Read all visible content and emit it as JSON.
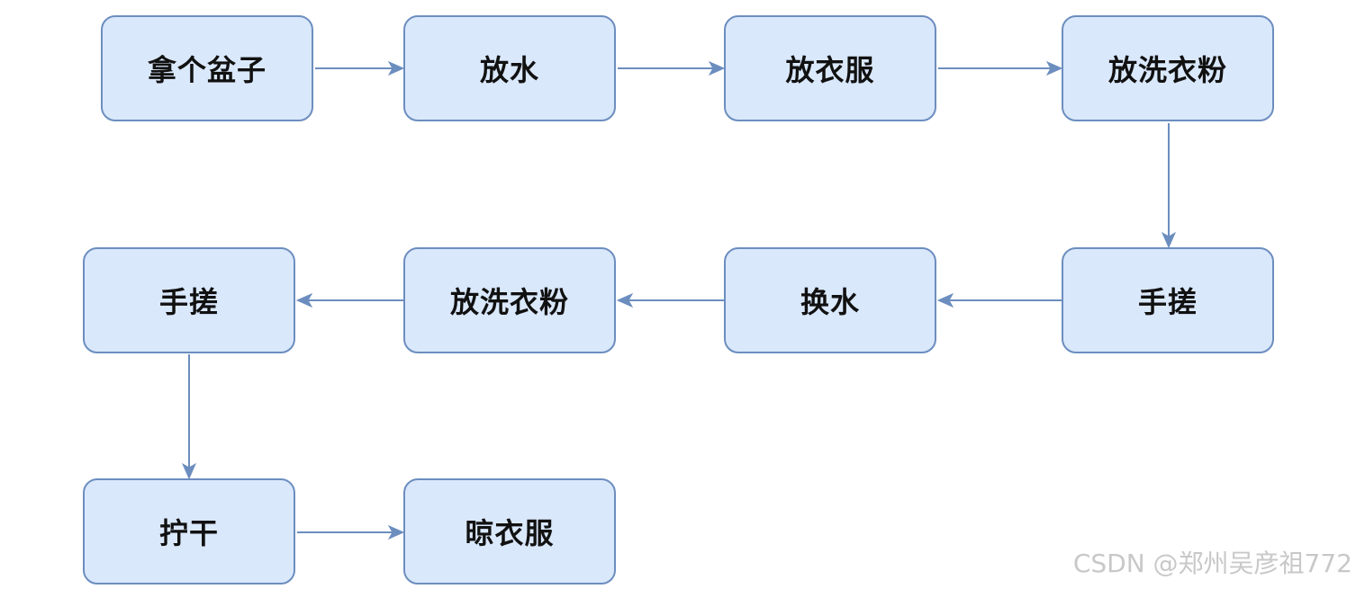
{
  "diagram": {
    "nodes": [
      {
        "id": "n1",
        "label": "拿个盆子"
      },
      {
        "id": "n2",
        "label": "放水"
      },
      {
        "id": "n3",
        "label": "放衣服"
      },
      {
        "id": "n4",
        "label": "放洗衣粉"
      },
      {
        "id": "n5",
        "label": "手搓"
      },
      {
        "id": "n6",
        "label": "换水"
      },
      {
        "id": "n7",
        "label": "放洗衣粉"
      },
      {
        "id": "n8",
        "label": "手搓"
      },
      {
        "id": "n9",
        "label": "拧干"
      },
      {
        "id": "n10",
        "label": "晾衣服"
      }
    ],
    "edges": [
      {
        "from": "n1",
        "to": "n2"
      },
      {
        "from": "n2",
        "to": "n3"
      },
      {
        "from": "n3",
        "to": "n4"
      },
      {
        "from": "n4",
        "to": "n5"
      },
      {
        "from": "n5",
        "to": "n6"
      },
      {
        "from": "n6",
        "to": "n7"
      },
      {
        "from": "n7",
        "to": "n8"
      },
      {
        "from": "n8",
        "to": "n9"
      },
      {
        "from": "n9",
        "to": "n10"
      }
    ],
    "colors": {
      "node_fill": "#dae8fc",
      "node_border": "#6c8ebf",
      "arrow": "#6c8ebf"
    }
  },
  "watermark": "CSDN @郑州吴彦祖772"
}
